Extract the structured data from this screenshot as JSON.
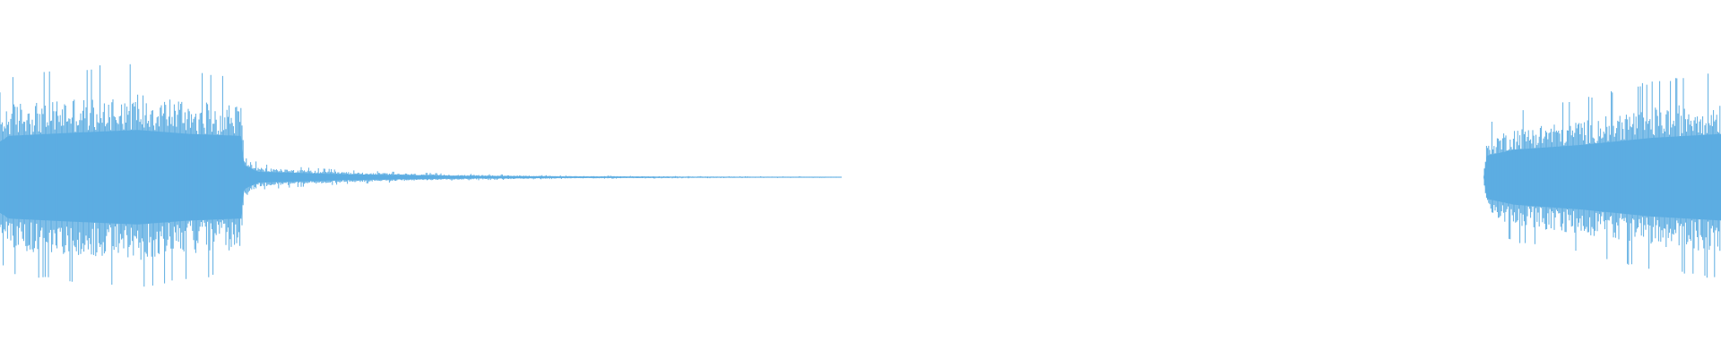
{
  "waveform": {
    "color": "#5dade2",
    "background": "#ffffff",
    "envelope": [
      {
        "t": 0.0,
        "amp": 0.36
      },
      {
        "t": 0.005,
        "amp": 0.42
      },
      {
        "t": 0.04,
        "amp": 0.45
      },
      {
        "t": 0.08,
        "amp": 0.48
      },
      {
        "t": 0.11,
        "amp": 0.44
      },
      {
        "t": 0.14,
        "amp": 0.42
      },
      {
        "t": 0.142,
        "amp": 0.12
      },
      {
        "t": 0.15,
        "amp": 0.055
      },
      {
        "t": 0.2,
        "amp": 0.03
      },
      {
        "t": 0.26,
        "amp": 0.015
      },
      {
        "t": 0.33,
        "amp": 0.007
      },
      {
        "t": 0.42,
        "amp": 0.004
      },
      {
        "t": 0.488,
        "amp": 0.003
      },
      {
        "t": 0.489,
        "amp": 0.0
      },
      {
        "t": 0.862,
        "amp": 0.0
      },
      {
        "t": 0.864,
        "amp": 0.22
      },
      {
        "t": 0.88,
        "amp": 0.28
      },
      {
        "t": 0.92,
        "amp": 0.33
      },
      {
        "t": 0.96,
        "amp": 0.4
      },
      {
        "t": 1.0,
        "amp": 0.44
      }
    ]
  }
}
